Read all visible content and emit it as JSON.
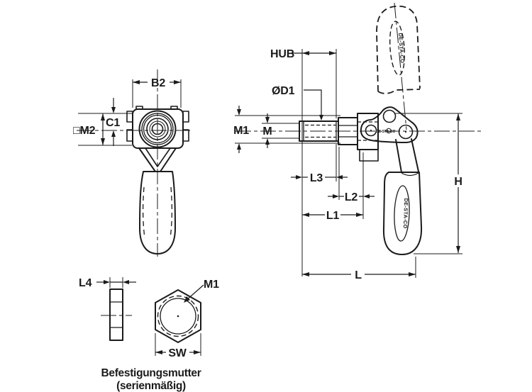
{
  "drawing": {
    "brand": "DE-STA-CO",
    "colors": {
      "line": "#1b1b1b",
      "background": "#ffffff"
    },
    "front_view": {
      "b2": "B2",
      "c1": "C1",
      "m2": "□M2"
    },
    "side_view": {
      "hub": "HUB",
      "d1": "ØD1",
      "m1": "M1",
      "m": "M",
      "l3": "L3",
      "l2": "L2",
      "l1": "L1",
      "l": "L",
      "h": "H"
    },
    "nut_view": {
      "l4": "L4",
      "m1": "M1",
      "sw": "SW"
    },
    "caption": {
      "line1": "Befestigungsmutter",
      "line2": "(serienmäßig)"
    }
  }
}
